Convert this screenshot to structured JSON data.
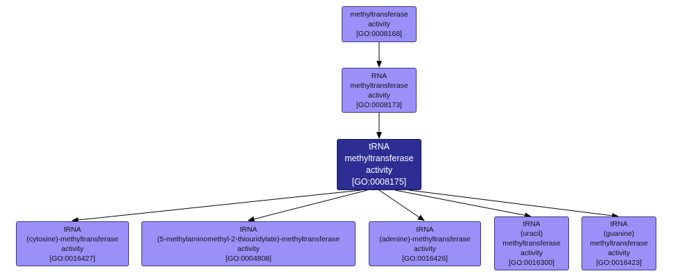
{
  "nodes": {
    "n0008168": {
      "lines": [
        "methyltransferase",
        "activity",
        "[GO:0008168]"
      ]
    },
    "n0008173": {
      "lines": [
        "RNA",
        "methyltransferase",
        "activity",
        "[GO:0008173]"
      ]
    },
    "n0008175": {
      "lines": [
        "tRNA",
        "methyltransferase",
        "activity",
        "[GO:0008175]"
      ]
    },
    "n0016427": {
      "lines": [
        "tRNA",
        "(cytosine)-methyltransferase",
        "activity",
        "[GO:0016427]"
      ]
    },
    "n0004808": {
      "lines": [
        "tRNA",
        "(5-methylaminomethyl-2-thiouridylate)-methyltransferase",
        "activity",
        "[GO:0004808]"
      ]
    },
    "n0016426": {
      "lines": [
        "tRNA",
        "(adenine)-methyltransferase",
        "activity",
        "[GO:0016426]"
      ]
    },
    "n0016300": {
      "lines": [
        "tRNA",
        "(uracil)",
        "methyltransferase",
        "activity",
        "[GO:0016300]"
      ]
    },
    "n0016423": {
      "lines": [
        "tRNA",
        "(guanine)",
        "methyltransferase",
        "activity",
        "[GO:0016423]"
      ]
    }
  },
  "colors": {
    "node_fill": "#9a90f8",
    "focus_node_fill": "#2d2d94",
    "focus_node_text": "#ffffff",
    "edge": "#000000"
  }
}
